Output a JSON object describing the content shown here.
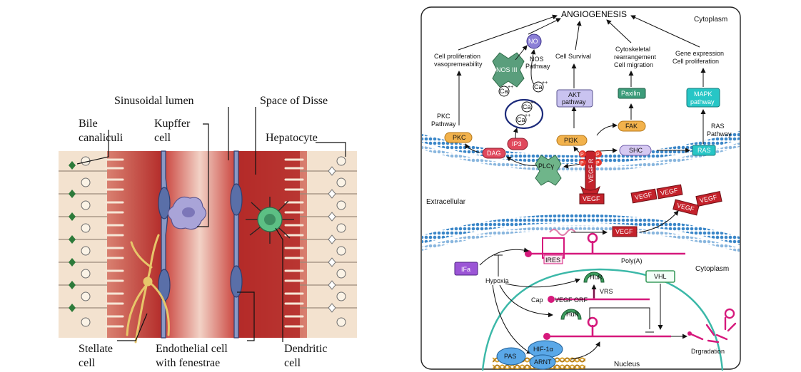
{
  "liver": {
    "sinusoidal_lumen": "Sinusoidal lumen",
    "space_of_disse": "Space of Disse",
    "bile": "Bile",
    "canaliculi": "canaliculi",
    "kupffer": "Kupffer",
    "kupffer_cell": "cell",
    "hepatocyte": "Hepatocyte",
    "stellate": "Stellate",
    "stellate_cell": "cell",
    "endothelial": "Endothelial cell",
    "with_fenestrae": "with fenestrae",
    "dendritic": "Dendritic",
    "dendritic_cell": "cell"
  },
  "vegf": {
    "angiogenesis": "ANGIOGENESIS",
    "cytoplasm_top": "Cytoplasm",
    "cytoplasm_mid": "Cytoplasm",
    "extracellular": "Extracellular",
    "nucleus": "Nucleus",
    "no": "NO",
    "nos_iii": "NOS III",
    "nos_pathway_1": "NOS",
    "nos_pathway_2": "Pathway",
    "cell_prolif_1": "Cell proliferation",
    "cell_prolif_2": "vasopremeability",
    "cell_survival": "Cell Survival",
    "cyto_1": "Cytoskeletal",
    "cyto_2": "rearrangement",
    "cyto_3": "Cell migration",
    "gene_1": "Gene expression",
    "gene_2": "Cell proliferation",
    "ca_1": "Ca",
    "ca_2": "Ca",
    "ca_3": "Ca",
    "ca_4": "Ca",
    "ca_sup": "++",
    "akt_1": "AKT",
    "akt_2": "pathway",
    "paxillin": "Paxilin",
    "mapk_1": "MAPK",
    "mapk_2": "pathway",
    "pkc_path_1": "PKC",
    "pkc_path_2": "Pathway",
    "pkc": "PKC",
    "dag": "DAG",
    "ip3": "IP3",
    "pi3k": "PI3K",
    "fak": "FAK",
    "shc": "SHC",
    "ras": "RAS",
    "ras_path_1": "RAS",
    "ras_path_2": "Pathway",
    "plcy": "PLCγ",
    "p": "P",
    "vegfr": "VEGF R",
    "vegf": "VEGF",
    "ires": "IRES",
    "polya": "Poly(A)",
    "ifa": "IFa",
    "hypoxia": "Hypoxia",
    "hur": "HuR",
    "vrs": "VRS",
    "cap": "Cap",
    "vegf_orf": "VEGF ORF",
    "vhl": "VHL",
    "pas": "PAS",
    "hif": "HIF-1α",
    "arnt": "ARNT",
    "degradation": "Drgradation"
  },
  "colors": {
    "membrane": "#3a86c8",
    "vegf_red": "#c4222b",
    "magenta": "#d6197c",
    "nucleus": "#3bb8a8",
    "nos_green": "#4f9e7a"
  }
}
